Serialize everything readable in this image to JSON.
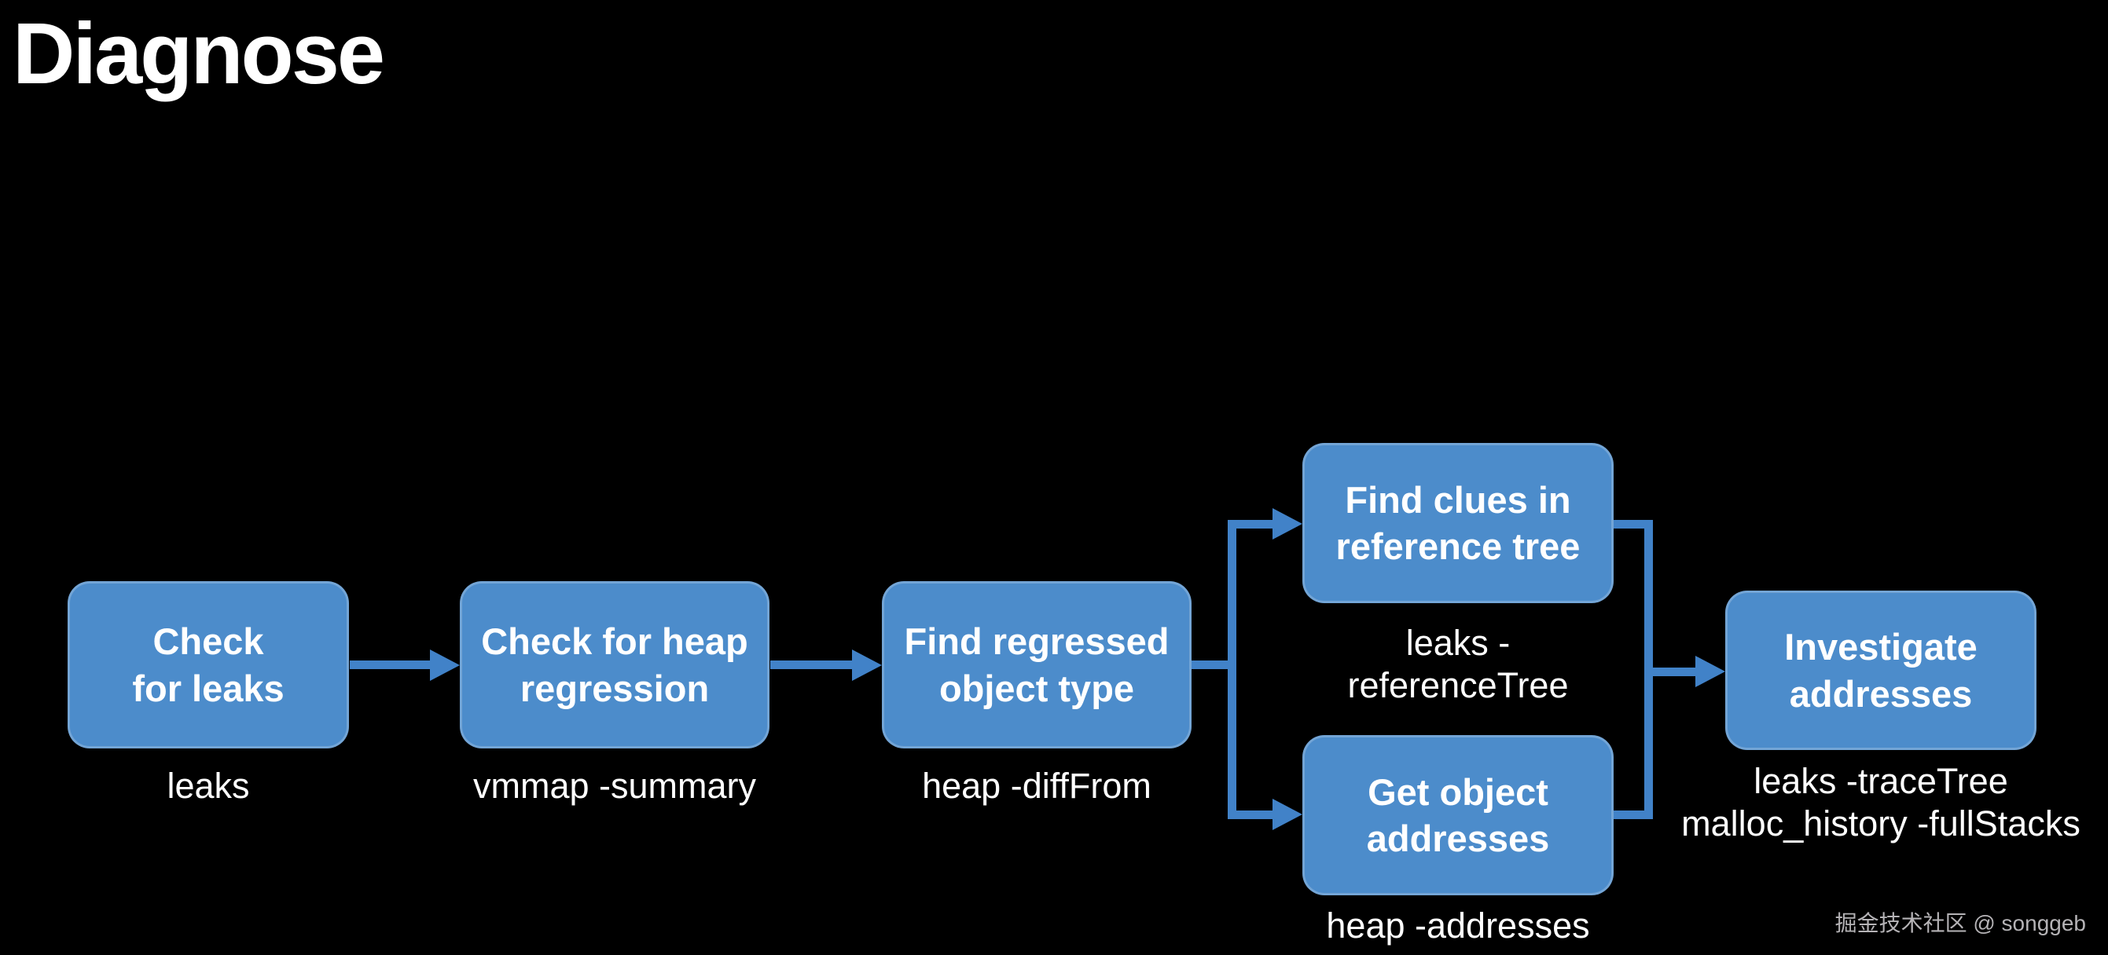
{
  "slide": {
    "title": "Diagnose",
    "watermark": "掘金技术社区 @ songgeb"
  },
  "colors": {
    "background": "#000000",
    "node_fill": "#4C8CCB",
    "node_text": "#ffffff",
    "label_text": "#ffffff",
    "connector": "#4182C8",
    "watermark_text": "#b5b3b6"
  },
  "diagram": {
    "type": "flowchart",
    "nodes": [
      {
        "id": "check-for-leaks",
        "label": "Check\nfor leaks",
        "command": "leaks"
      },
      {
        "id": "check-heap-regression",
        "label": "Check for heap\nregression",
        "command": "vmmap -summary"
      },
      {
        "id": "find-regressed-type",
        "label": "Find regressed\nobject type",
        "command": "heap -diffFrom"
      },
      {
        "id": "find-clues-ref-tree",
        "label": "Find clues in\nreference tree",
        "command": "leaks -referenceTree"
      },
      {
        "id": "get-object-addresses",
        "label": "Get object\naddresses",
        "command": "heap -addresses"
      },
      {
        "id": "investigate-addresses",
        "label": "Investigate\naddresses",
        "command": "leaks -traceTree\nmalloc_history -fullStacks"
      }
    ],
    "edges": [
      {
        "from": "check-for-leaks",
        "to": "check-heap-regression"
      },
      {
        "from": "check-heap-regression",
        "to": "find-regressed-type"
      },
      {
        "from": "find-regressed-type",
        "to": "find-clues-ref-tree"
      },
      {
        "from": "find-regressed-type",
        "to": "get-object-addresses"
      },
      {
        "from": "find-clues-ref-tree",
        "to": "investigate-addresses"
      },
      {
        "from": "get-object-addresses",
        "to": "investigate-addresses"
      }
    ]
  }
}
